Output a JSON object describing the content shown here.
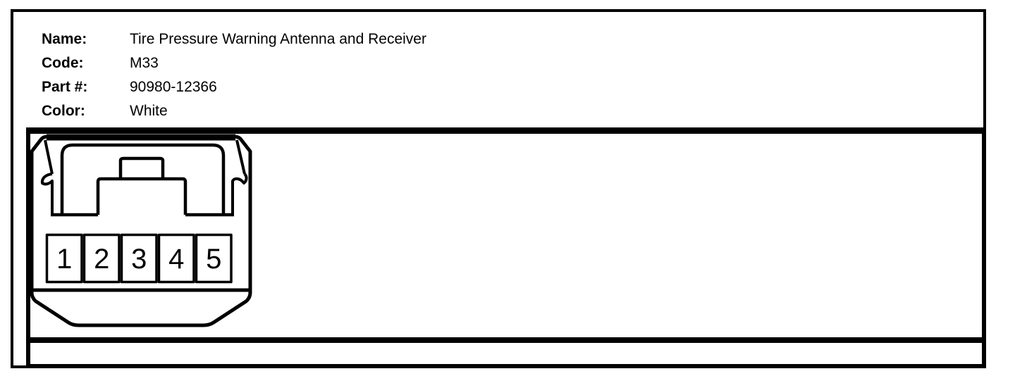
{
  "page": {
    "background_color": "#ffffff",
    "ink_color": "#000000"
  },
  "header": {
    "fields": [
      {
        "label": "Name:",
        "value": "Tire Pressure Warning Antenna and Receiver"
      },
      {
        "label": "Code:",
        "value": "M33"
      },
      {
        "label": "Part #:",
        "value": "90980-12366"
      },
      {
        "label": "Color:",
        "value": "White"
      }
    ]
  },
  "connector": {
    "pin_count": 5,
    "pins": [
      "1",
      "2",
      "3",
      "4",
      "5"
    ]
  }
}
